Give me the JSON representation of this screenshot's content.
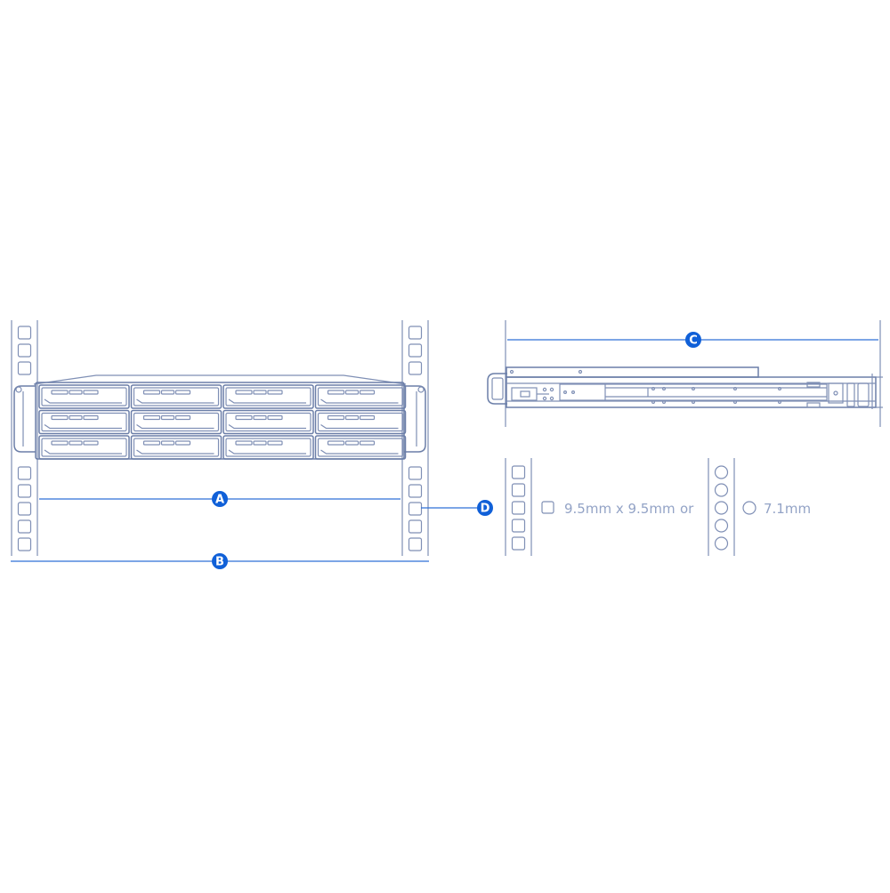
{
  "markers": {
    "a": "A",
    "b": "B",
    "c": "C",
    "d": "D"
  },
  "hole_spec": {
    "square_size": "9.5mm x 9.5mm",
    "separator": "or",
    "round_size": "7.1mm"
  },
  "colors": {
    "line": "#7f8fb5",
    "dimension": "#2d6fd6",
    "marker_fill": "#1060d8",
    "spec_text": "#93a3c6"
  },
  "icons": {
    "square_hole": "square-hole-icon",
    "round_hole": "round-hole-icon"
  }
}
